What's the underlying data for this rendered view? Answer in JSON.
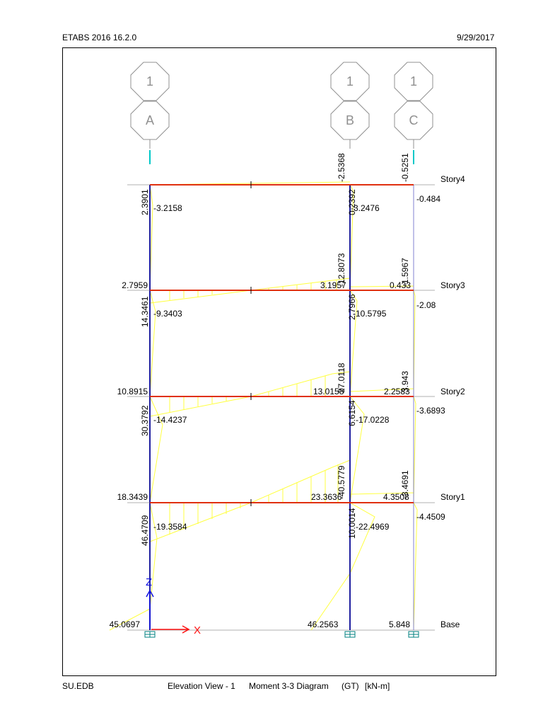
{
  "header": {
    "app": "ETABS 2016 16.2.0",
    "date": "9/29/2017"
  },
  "footer": {
    "file": "SU.EDB",
    "view": "Elevation View - 1",
    "diagram": "Moment 3-3 Diagram",
    "load": "(GT)",
    "units": "[kN-m]"
  },
  "grids": [
    {
      "top": "1",
      "bottom": "A"
    },
    {
      "top": "1",
      "bottom": "B"
    },
    {
      "top": "1",
      "bottom": "C"
    }
  ],
  "stories": [
    "Story4",
    "Story3",
    "Story2",
    "Story1",
    "Base"
  ],
  "axes": {
    "z": "Z",
    "x": "X"
  },
  "beam_values": {
    "story3_left": "2.7959",
    "story3_mid": "3.1957",
    "story3_right": "0.433",
    "story2_left": "10.8915",
    "story2_mid": "13.0158",
    "story2_right": "2.2583",
    "story1_left": "18.3439",
    "story1_mid": "23.3636",
    "story1_right": "4.3508",
    "base_left": "45.0697",
    "base_mid": "46.2563",
    "base_right": "5.848"
  },
  "column_values": {
    "a4_top": "2.3901",
    "a4_bot": "-3.2158",
    "a3_top": "14.3461",
    "a3_bot": "-9.3403",
    "a2_top": "30.3792",
    "a2_bot": "-14.4237",
    "a1_top": "46.4709",
    "a1_bot": "-19.3584",
    "b4_above": "-2.5368",
    "b4_top": "0.2392",
    "b4_bot": "-3.2476",
    "b3_above": "-12.8073",
    "b3_top": "2.7966",
    "b3_bot": "-10.5795",
    "b2_above": "27.0118",
    "b2_top": "6.6154",
    "b2_bot": "-17.0228",
    "b1_above": "-40.5779",
    "b1_top": "10.0014",
    "b1_bot": "-22.4969",
    "c4_above": "-0.5251",
    "c4_side": "-0.484",
    "c3_above": "-1.5967",
    "c3_side": "-2.08",
    "c2_above": "3.943",
    "c2_side": "-3.6893",
    "c1_above": "-3.4691",
    "c1_side": "-4.4509"
  },
  "colors": {
    "column": "#2020a0",
    "beam": "#e03010",
    "moment": "#ffff40",
    "grid_bubble": "#909090",
    "z_axis": "#1010e0",
    "x_axis": "#ff1010",
    "support": "#008080",
    "stub": "#00c8c8"
  }
}
